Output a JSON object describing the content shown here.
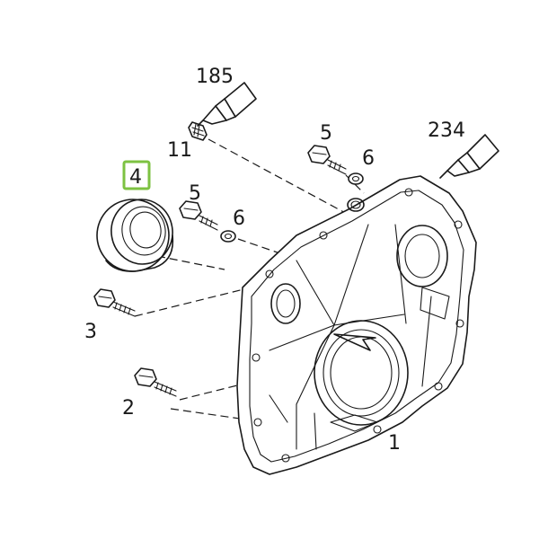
{
  "callouts": {
    "front_cover": "1",
    "bolt_lower": "2",
    "bolt_upper": "3",
    "oil_seal": "4",
    "bolt_top": "5",
    "bolt_mid": "5",
    "washer_top": "6",
    "washer_mid": "6",
    "plug": "11",
    "sealant_left": "185",
    "sealant_right": "234"
  },
  "highlight": {
    "item": "4",
    "color": "#7dc242"
  }
}
